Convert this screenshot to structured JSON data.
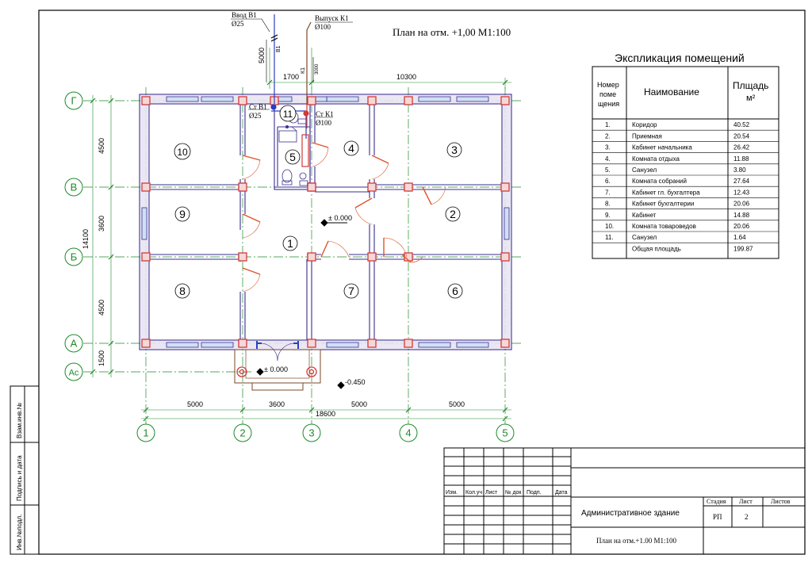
{
  "title": "План на отм. +1,00 М1:100",
  "explication": {
    "title": "Экспликация помещений",
    "col_num": [
      "Номер",
      "поме",
      "щения"
    ],
    "col_name": "Наимование",
    "col_area": [
      "Плщадь",
      "м²"
    ],
    "rows": [
      {
        "num": "1.",
        "name": "Коридор",
        "area": "40.52"
      },
      {
        "num": "2.",
        "name": "Приемная",
        "area": "20.54"
      },
      {
        "num": "3.",
        "name": "Кабинет начальника",
        "area": "26.42"
      },
      {
        "num": "4.",
        "name": "Комната отдыха",
        "area": "11.88"
      },
      {
        "num": "5.",
        "name": "Санузел",
        "area": "3.80"
      },
      {
        "num": "6.",
        "name": "Комната собраний",
        "area": "27.64"
      },
      {
        "num": "7.",
        "name": "Кабинет гл. бухгалтера",
        "area": "12.43"
      },
      {
        "num": "8.",
        "name": "Кабинет бухгалтерии",
        "area": "20.06"
      },
      {
        "num": "9.",
        "name": "Кабинет",
        "area": "14.88"
      },
      {
        "num": "10.",
        "name": "Комната товароведов",
        "area": "20.06"
      },
      {
        "num": "11.",
        "name": "Санузел",
        "area": "1.64"
      }
    ],
    "total_label": "Общая площадь",
    "total_value": "199.87"
  },
  "axes_letters": [
    "Г",
    "В",
    "Б",
    "А",
    "Ас"
  ],
  "axes_numbers": [
    "1",
    "2",
    "3",
    "4",
    "5"
  ],
  "dims": {
    "bottom_segments": [
      "5000",
      "3600",
      "5000",
      "5000"
    ],
    "bottom_total": "18600",
    "left_segments": [
      "4500",
      "3600",
      "4500",
      "1500"
    ],
    "left_total": "14100",
    "top_1700": "1700",
    "top_10300": "10300",
    "riser_5000": "5000",
    "riser_3000": "3000"
  },
  "rooms": [
    "1",
    "2",
    "3",
    "4",
    "5",
    "6",
    "7",
    "8",
    "9",
    "10",
    "11"
  ],
  "pipes": {
    "inlet_title": "Ввод В1",
    "inlet_dia": "Ø25",
    "outlet_title": "Выпуск К1",
    "outlet_dia": "Ø100",
    "riser_b_title": "Ст В1",
    "riser_b_dia": "Ø25",
    "riser_k_title": "Ст К1",
    "riser_k_dia": "Ø100",
    "tag_b": "В1",
    "tag_k": "К1"
  },
  "levels": {
    "floor": "± 0.000",
    "porch": "± 0.000",
    "ground": "-0.450"
  },
  "side_stamp": [
    "Взам.инв.№",
    "Подпись и дата",
    "Инв.№подл."
  ],
  "title_block": {
    "headers": [
      "Изм.",
      "Кол.уч",
      "Лист",
      "№ док",
      "Подп.",
      "Дата"
    ],
    "project": "Административное здание",
    "sheet_name": "План на отм.+1.00  М1:100",
    "stage_label": "Стадия",
    "sheet_label": "Лист",
    "sheets_label": "Листов",
    "stage": "РП",
    "sheet": "2",
    "sheets": ""
  },
  "colors": {
    "axis": "#1d8a2a",
    "wall": "#3a2f8f",
    "column": "#d23a3a",
    "door": "#e0522a"
  }
}
